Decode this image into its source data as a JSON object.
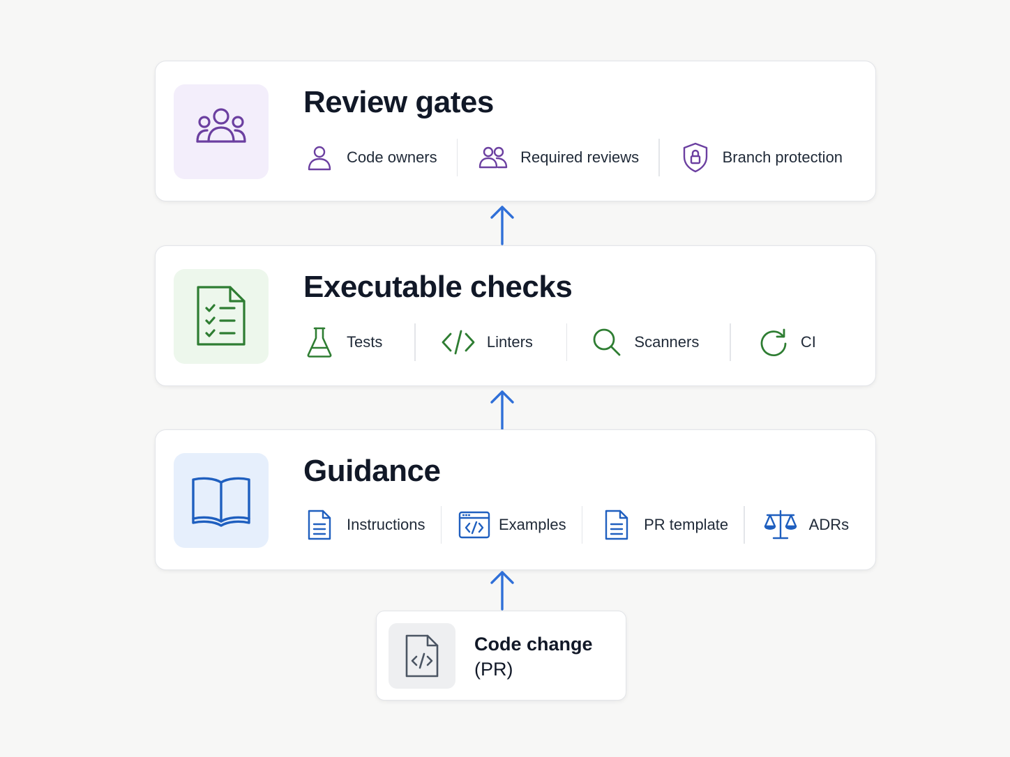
{
  "colors": {
    "review": "#6b3fa0",
    "review_bg": "#f3eefb",
    "checks": "#2e7d32",
    "checks_bg": "#edf7ec",
    "guidance": "#1f5fbf",
    "guidance_bg": "#e6effc",
    "arrow": "#2f6fd8",
    "neutral": "#4b5563"
  },
  "layers": {
    "review": {
      "title": "Review gates",
      "icon": "people-group-icon",
      "items": [
        {
          "label": "Code owners",
          "icon": "person-icon"
        },
        {
          "label": "Required reviews",
          "icon": "people-icon"
        },
        {
          "label": "Branch protection",
          "icon": "shield-lock-icon"
        }
      ]
    },
    "checks": {
      "title": "Executable checks",
      "icon": "checklist-icon",
      "items": [
        {
          "label": "Tests",
          "icon": "flask-icon"
        },
        {
          "label": "Linters",
          "icon": "code-icon"
        },
        {
          "label": "Scanners",
          "icon": "search-icon"
        },
        {
          "label": "CI",
          "icon": "refresh-icon"
        }
      ]
    },
    "guidance": {
      "title": "Guidance",
      "icon": "book-icon",
      "items": [
        {
          "label": "Instructions",
          "icon": "document-icon"
        },
        {
          "label": "Examples",
          "icon": "code-window-icon"
        },
        {
          "label": "PR template",
          "icon": "document-icon"
        },
        {
          "label": "ADRs",
          "icon": "scales-icon"
        }
      ]
    }
  },
  "code_change": {
    "title": "Code change",
    "subtitle": "(PR)",
    "icon": "code-file-icon"
  }
}
